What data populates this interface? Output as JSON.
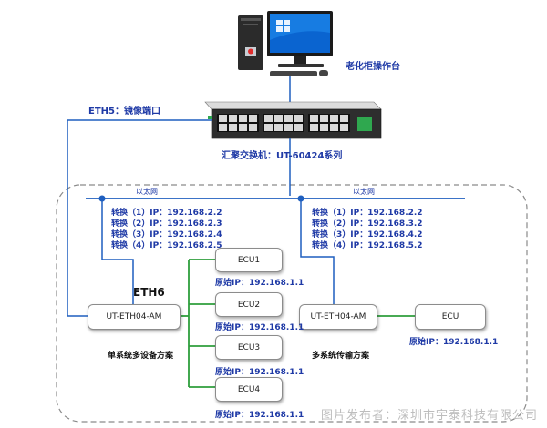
{
  "workstation_label": "老化柜操作台",
  "eth5_label": "ETH5：镜像端口",
  "switch_label": "汇聚交换机：UT-60424系列",
  "ethernet_label_left": "以太网",
  "ethernet_label_right": "以太网",
  "eth6_label": "ETH6",
  "left_conversions": [
    "转换（1）IP：192.168.2.2",
    "转换（2）IP：192.168.2.3",
    "转换（3）IP：192.168.2.4",
    "转换（4）IP：192.168.2.5"
  ],
  "right_conversions": [
    "转换（1）IP：192.168.2.2",
    "转换（2）IP：192.168.3.2",
    "转换（3）IP：192.168.4.2",
    "转换（4）IP：192.168.5.2"
  ],
  "left_device": "UT-ETH04-AM",
  "right_device": "UT-ETH04-AM",
  "ecus": [
    {
      "label": "ECU1",
      "ip": "原始IP：192.168.1.1"
    },
    {
      "label": "ECU2",
      "ip": "原始IP：192.168.1.1"
    },
    {
      "label": "ECU3",
      "ip": "原始IP：192.168.1.1"
    },
    {
      "label": "ECU4",
      "ip": "原始IP：192.168.1.1"
    }
  ],
  "right_ecu": {
    "label": "ECU",
    "ip": "原始IP：192.168.1.1"
  },
  "left_scheme": "单系统多设备方案",
  "right_scheme": "多系统传输方案",
  "watermark": "图片发布者：深圳市宇泰科技有限公司"
}
